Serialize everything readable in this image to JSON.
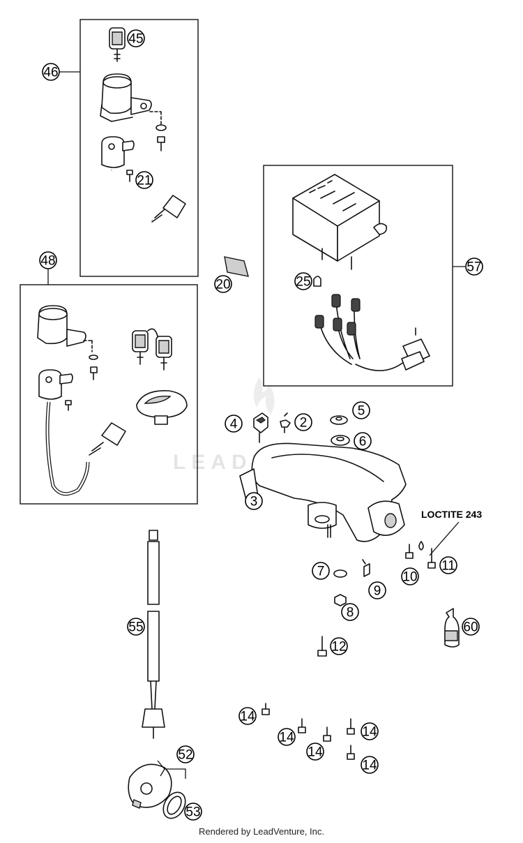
{
  "watermark": "LEADVENTURE",
  "note": "LOCTITE 243",
  "footer": "Rendered by LeadVenture, Inc.",
  "callouts": [
    "45",
    "46",
    "21",
    "48",
    "20",
    "25",
    "57",
    "4",
    "2",
    "5",
    "6",
    "3",
    "7",
    "9",
    "8",
    "10",
    "11",
    "12",
    "60",
    "55",
    "14",
    "14",
    "14",
    "14",
    "14",
    "52",
    "53"
  ]
}
